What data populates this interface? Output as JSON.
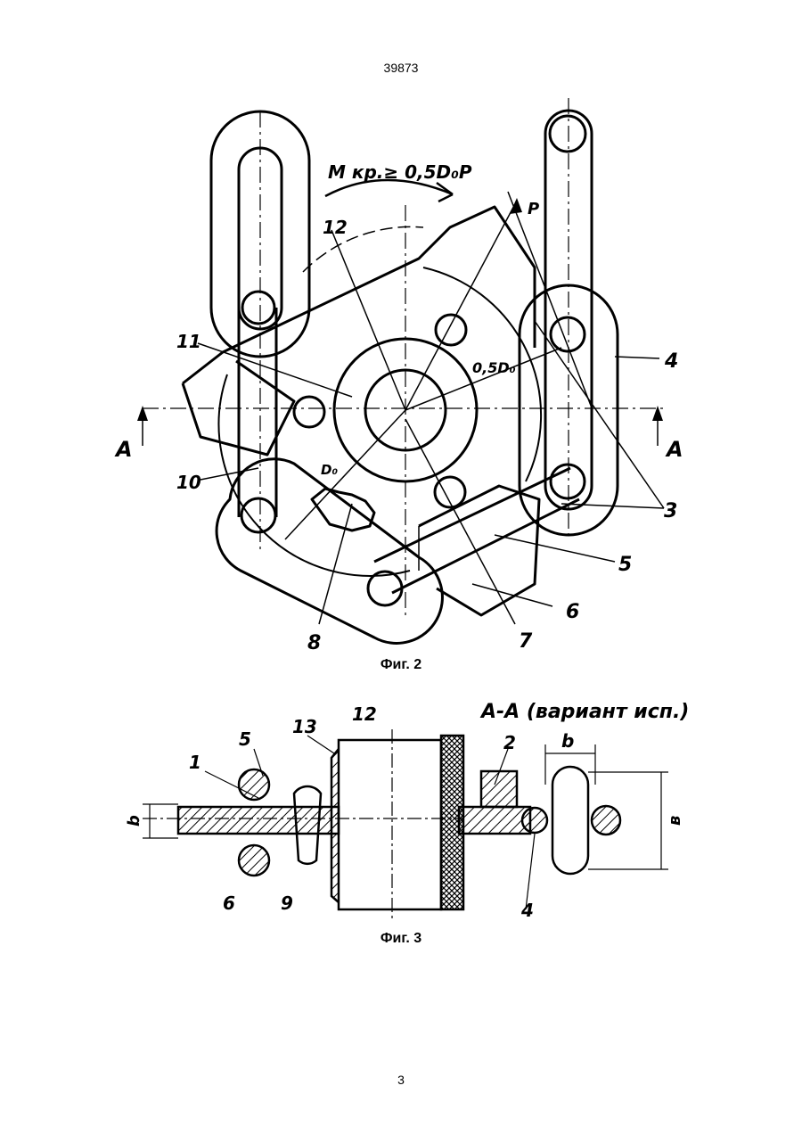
{
  "header": {
    "document_number": "39873"
  },
  "figure2": {
    "caption": "Фиг. 2",
    "formula": "М кр.≥ 0,5D₀P",
    "force_label": "P",
    "half_diameter_label": "0,5D₀",
    "diameter_label": "D₀",
    "section_marks": [
      "A",
      "A"
    ],
    "part_labels": [
      "12",
      "11",
      "10",
      "8",
      "7",
      "6",
      "5",
      "4",
      "3"
    ]
  },
  "figure3": {
    "caption": "Фиг. 3",
    "section_title": "А-А (вариант исп.)",
    "dimension_labels": {
      "thickness": "b",
      "width": "b",
      "height": "в"
    },
    "part_labels": [
      "1",
      "5",
      "13",
      "12",
      "2",
      "6",
      "9",
      "4"
    ]
  },
  "footer": {
    "page_number": "3"
  }
}
